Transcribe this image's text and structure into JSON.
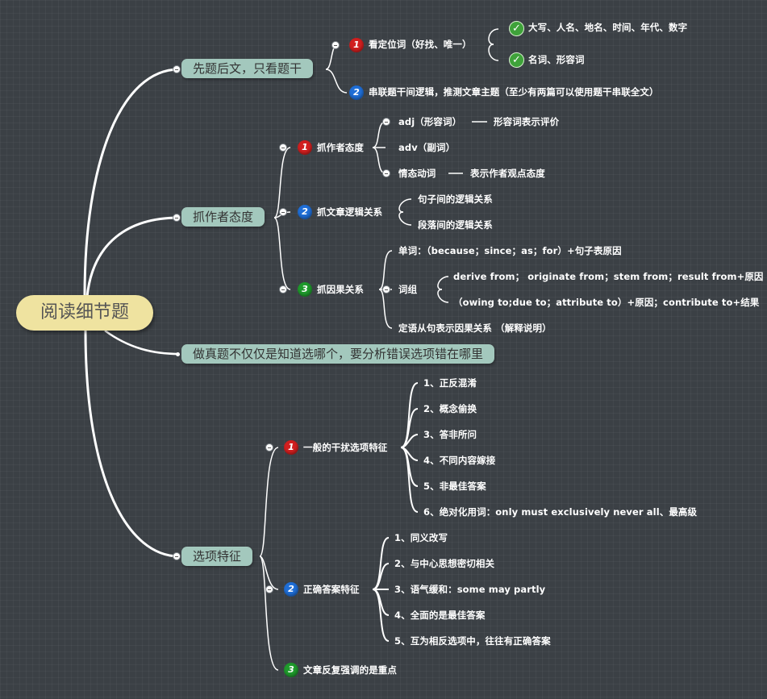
{
  "root": "阅读细节题",
  "branch1": {
    "label": "先题后文，只看题干",
    "sub1": {
      "num": "1",
      "label": "看定位词（好找、唯一）",
      "items": [
        "大写、人名、地名、时间、年代、数字",
        "名词、形容词"
      ]
    },
    "sub2": {
      "num": "2",
      "label": "串联题干间逻辑，推测文章主题（至少有两篇可以使用题干串联全文）"
    }
  },
  "branch2": {
    "label": "抓作者态度",
    "sub1": {
      "num": "1",
      "label": "抓作者态度",
      "items": [
        {
          "label": "adj（形容词）",
          "note": "形容词表示评价"
        },
        {
          "label": "adv（副词）"
        },
        {
          "label": "情态动词",
          "note": "表示作者观点态度"
        }
      ]
    },
    "sub2": {
      "num": "2",
      "label": "抓文章逻辑关系",
      "items": [
        "句子间的逻辑关系",
        "段落间的逻辑关系"
      ]
    },
    "sub3": {
      "num": "3",
      "label": "抓因果关系",
      "word": "单词：（because；since；as；for）+句子表原因",
      "phrase": {
        "label": "词组",
        "items": [
          "derive from； originate from；stem from；result from+原因",
          "（owing to;due to；attribute to）+原因；contribute to+结果"
        ]
      },
      "clause": "定语从句表示因果关系 （解释说明）"
    }
  },
  "branch3": {
    "label": "做真题不仅仅是知道选哪个，要分析错误选项错在哪里"
  },
  "branch4": {
    "label": "选项特征",
    "sub1": {
      "num": "1",
      "label": "一般的干扰选项特征",
      "items": [
        "1、正反混淆",
        "2、概念偷换",
        "3、答非所问",
        "4、不同内容嫁接",
        "5、非最佳答案",
        "6、绝对化用词：only must exclusively never all、最高级"
      ]
    },
    "sub2": {
      "num": "2",
      "label": "正确答案特征",
      "items": [
        "1、同义改写",
        "2、与中心思想密切相关",
        "3、语气缓和：some may partly",
        "4、全面的是最佳答案",
        "5、互为相反选项中，往往有正确答案"
      ]
    },
    "sub3": {
      "num": "3",
      "label": "文章反复强调的是重点"
    }
  }
}
